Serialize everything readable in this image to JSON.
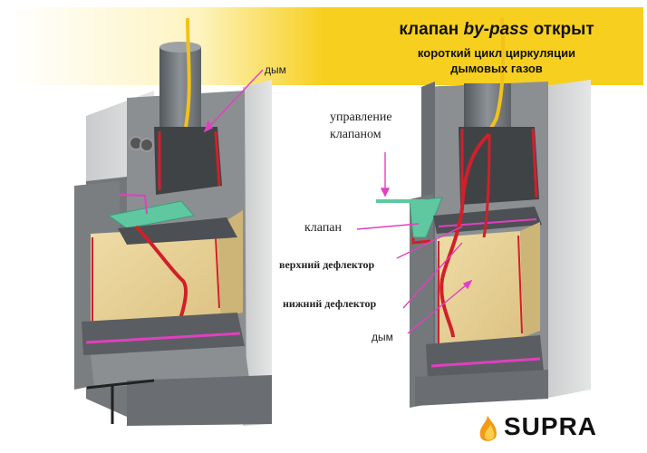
{
  "header": {
    "title_prefix": "клапан",
    "title_italic": "by-pass",
    "title_suffix": "открыт",
    "subtitle_line1": "короткий цикл циркуляции",
    "subtitle_line2": "дымовых газов"
  },
  "labels": {
    "smoke_left": "дым",
    "valve_control_line1": "управление",
    "valve_control_line2": "клапаном",
    "valve": "клапан",
    "upper_deflector": "верхний дефлектор",
    "lower_deflector": "нижний дефлектор",
    "smoke_right": "дым"
  },
  "logo": {
    "text": "SUPRA"
  },
  "colors": {
    "banner": "#f7cf1f",
    "annotation_lines": "#e040c0",
    "smoke_flow": "#d0202a",
    "gas_pipe": "#f2c21a",
    "valve": "#5fc8a0",
    "firebrick": "#e8d49a",
    "steel": "#6a6e72"
  }
}
